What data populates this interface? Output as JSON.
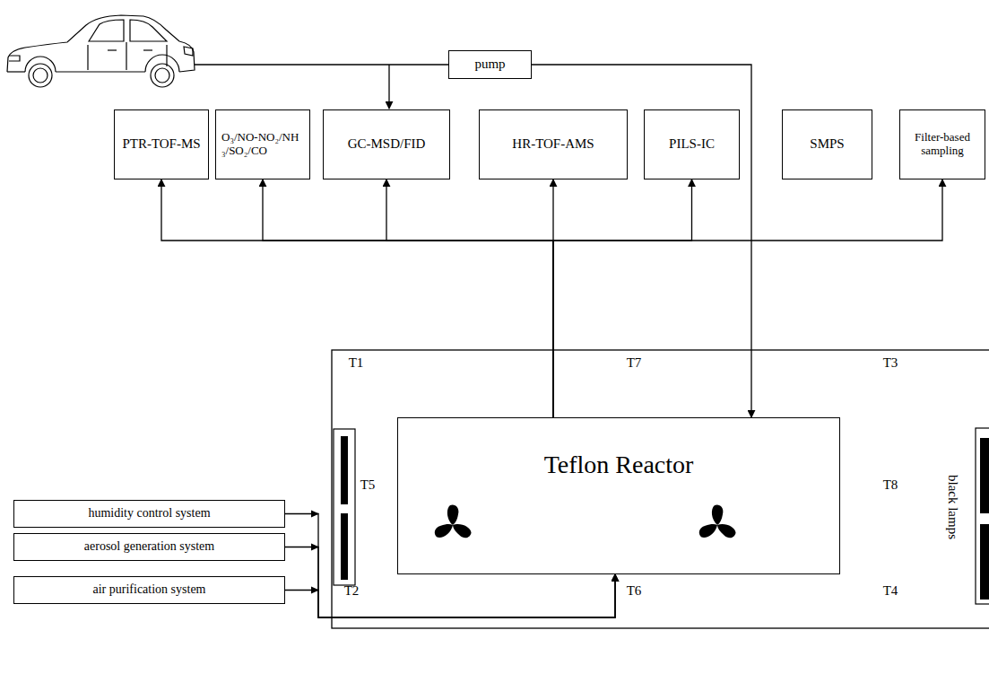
{
  "diagram": {
    "nodes": [
      {
        "text": [
          "pump"
        ]
      },
      {
        "text": [
          "PTR-TOF-MS"
        ]
      },
      {
        "text": [
          "O₃/NO-NO₂/NH₃/SO₂/CO"
        ]
      },
      {
        "text": [
          "GC-MSD/FID"
        ]
      },
      {
        "text": [
          "HR-TOF-AMS"
        ]
      },
      {
        "text": [
          "PILS-IC"
        ]
      },
      {
        "text": [
          "SMPS"
        ]
      },
      {
        "text": [
          "Filter-based sampling"
        ]
      },
      {
        "text": [
          "Teflon Reactor"
        ]
      },
      {
        "text": [
          "humidity control system"
        ]
      },
      {
        "text": [
          "aerosol generation system"
        ]
      },
      {
        "text": [
          "air purification system"
        ]
      }
    ],
    "edges": [
      {
        "from": 0,
        "to": 8,
        "arrow": "to"
      },
      {
        "from": 8,
        "to": 1,
        "arrow": "to"
      },
      {
        "from": 8,
        "to": 2,
        "arrow": "to"
      },
      {
        "from": 8,
        "to": 3,
        "arrow": "to"
      },
      {
        "from": 8,
        "to": 4,
        "arrow": "to"
      },
      {
        "from": 8,
        "to": 5,
        "arrow": "to"
      },
      {
        "from": 8,
        "to": 7,
        "arrow": "to"
      },
      {
        "from": 9,
        "to": 8,
        "arrow": "to"
      },
      {
        "from": 10,
        "to": 8,
        "arrow": "to"
      },
      {
        "from": 11,
        "to": 8,
        "arrow": "to"
      }
    ],
    "labels": [
      "T1",
      "T7",
      "T3",
      "T5",
      "T8",
      "T2",
      "T6",
      "T4",
      "black lamps"
    ]
  }
}
